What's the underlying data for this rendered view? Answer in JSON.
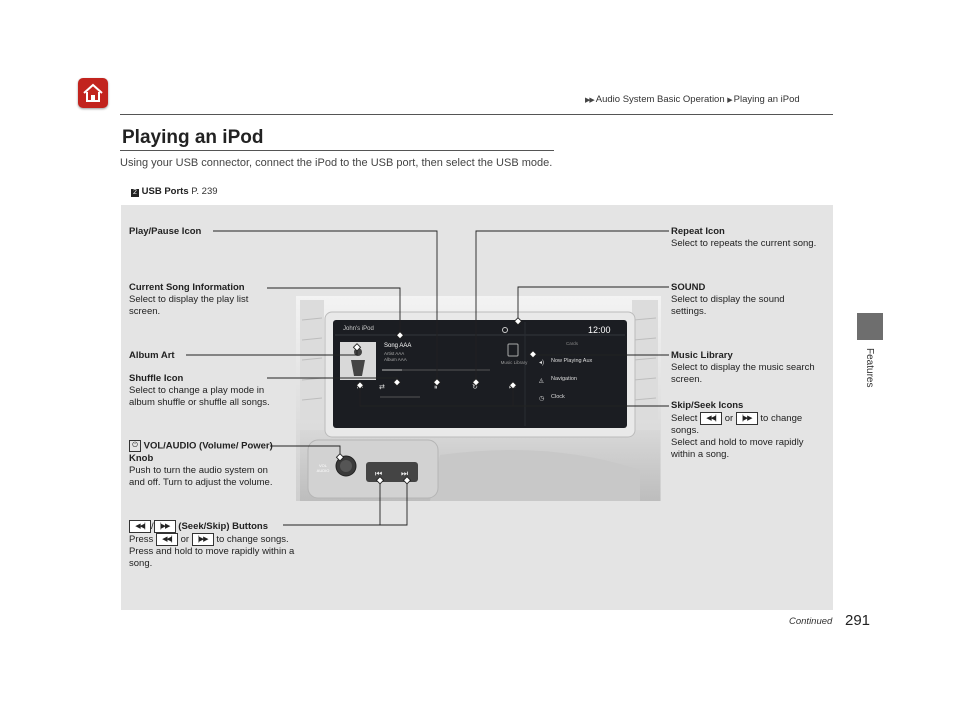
{
  "header": {
    "breadcrumb_1": "Audio System Basic Operation",
    "breadcrumb_2": "Playing an iPod",
    "side_label": "Features"
  },
  "section": {
    "title": "Playing an iPod",
    "intro": "Using your USB connector, connect the iPod to the USB port, then select the USB mode.",
    "xref_label": "USB Ports",
    "xref_page": "P. 239"
  },
  "screen": {
    "source": "John's iPod",
    "clock": "12:00",
    "song": "Song AAA",
    "artist": "Artist AAA",
    "album": "Album AAA",
    "music_library": "Music Library",
    "cards": "Cards",
    "now_playing": "Now Playing Aux",
    "navigation": "Navigation",
    "clock_item": "Clock",
    "knob_label": "VOL AUDIO"
  },
  "callouts": {
    "play_pause": {
      "title": "Play/Pause Icon"
    },
    "current_song": {
      "title": "Current Song Information",
      "desc": "Select to display the play list screen."
    },
    "album_art": {
      "title": "Album Art"
    },
    "shuffle": {
      "title": "Shuffle Icon",
      "desc": "Select to change a play mode in album shuffle or shuffle all songs."
    },
    "vol_knob": {
      "title": "VOL/AUDIO (Volume/ Power) Knob",
      "desc": "Push to turn the audio system on and off. Turn to adjust the volume."
    },
    "seek_buttons": {
      "title": "(Seek/Skip) Buttons",
      "desc1": "Press",
      "or": "or",
      "desc2": "to change songs.",
      "desc3": "Press and hold to move rapidly within a song."
    },
    "repeat": {
      "title": "Repeat Icon",
      "desc": "Select to repeats the current song."
    },
    "sound": {
      "title": "SOUND",
      "desc": "Select to display the sound settings."
    },
    "music_library": {
      "title": "Music Library",
      "desc": "Select to display the music search screen."
    },
    "skip_seek": {
      "title": "Skip/Seek Icons",
      "desc1": "Select",
      "or": "or",
      "desc2": "to change songs.",
      "desc3": "Select and hold to move rapidly within a song."
    }
  },
  "footer": {
    "continued": "Continued",
    "page_number": "291"
  },
  "colors": {
    "home_red": "#c2241e",
    "panel_gray": "#e4e4e4",
    "tab_gray": "#6e6e6e",
    "screen_dark": "#1b1d22"
  }
}
